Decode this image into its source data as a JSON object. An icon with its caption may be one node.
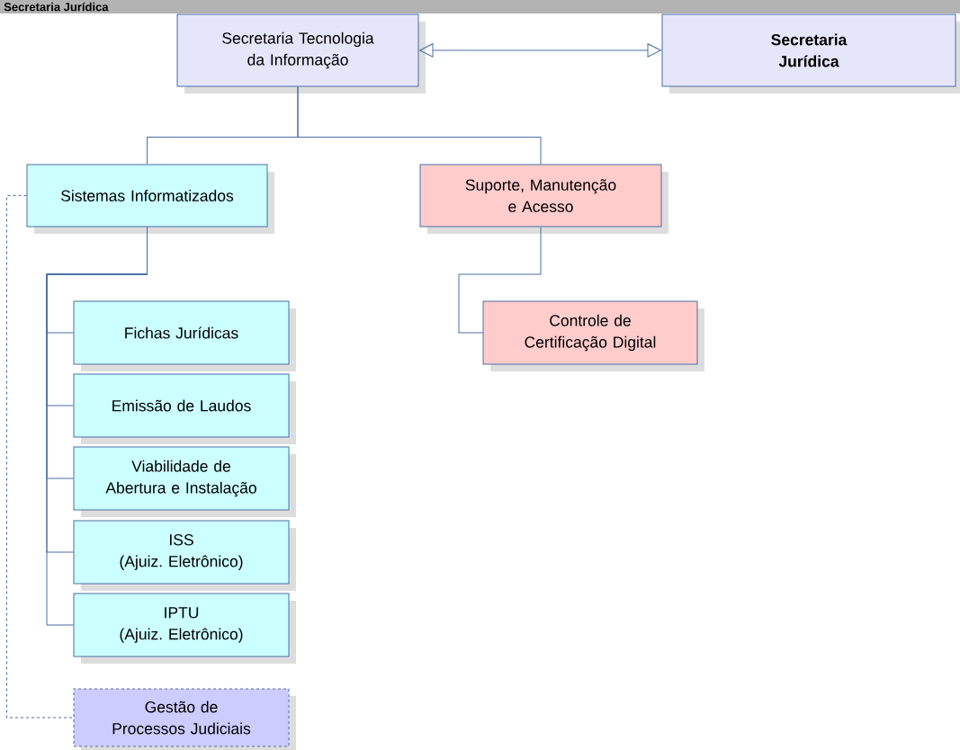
{
  "diagram": {
    "title": "Secretaria Jurídica",
    "nodes": [
      {
        "text": [
          "Secretaria Tecnologia da Informação"
        ]
      },
      {
        "text": [
          "Secretaria Jurídica"
        ]
      },
      {
        "text": [
          "Sistemas Informatizados"
        ]
      },
      {
        "text": [
          "Suporte, Manutenção e Acesso"
        ]
      },
      {
        "text": [
          "Fichas Jurídicas"
        ]
      },
      {
        "text": [
          "Emissão de Laudos"
        ]
      },
      {
        "text": [
          "Viabilidade de Abertura e Instalação"
        ]
      },
      {
        "text": [
          "ISS",
          "(Ajuiz. Eletrônico)"
        ]
      },
      {
        "text": [
          "IPTU",
          "(Ajuiz. Eletrônico)"
        ]
      },
      {
        "text": [
          "Controle de Certificação Digital"
        ]
      },
      {
        "text": [
          "Gestão de Processos Judiciais"
        ]
      }
    ],
    "edges": [
      {
        "from": 0,
        "to": 1,
        "arrow": "both"
      },
      {
        "from": 0,
        "to": 2,
        "arrow": "none"
      },
      {
        "from": 0,
        "to": 3,
        "arrow": "none"
      },
      {
        "from": 2,
        "to": 4,
        "arrow": "none"
      },
      {
        "from": 2,
        "to": 5,
        "arrow": "none"
      },
      {
        "from": 2,
        "to": 6,
        "arrow": "none"
      },
      {
        "from": 2,
        "to": 7,
        "arrow": "none"
      },
      {
        "from": 2,
        "to": 8,
        "arrow": "none"
      },
      {
        "from": 3,
        "to": 9,
        "arrow": "none"
      },
      {
        "from": 2,
        "to": 10,
        "arrow": "none",
        "style": "dashed"
      }
    ]
  }
}
